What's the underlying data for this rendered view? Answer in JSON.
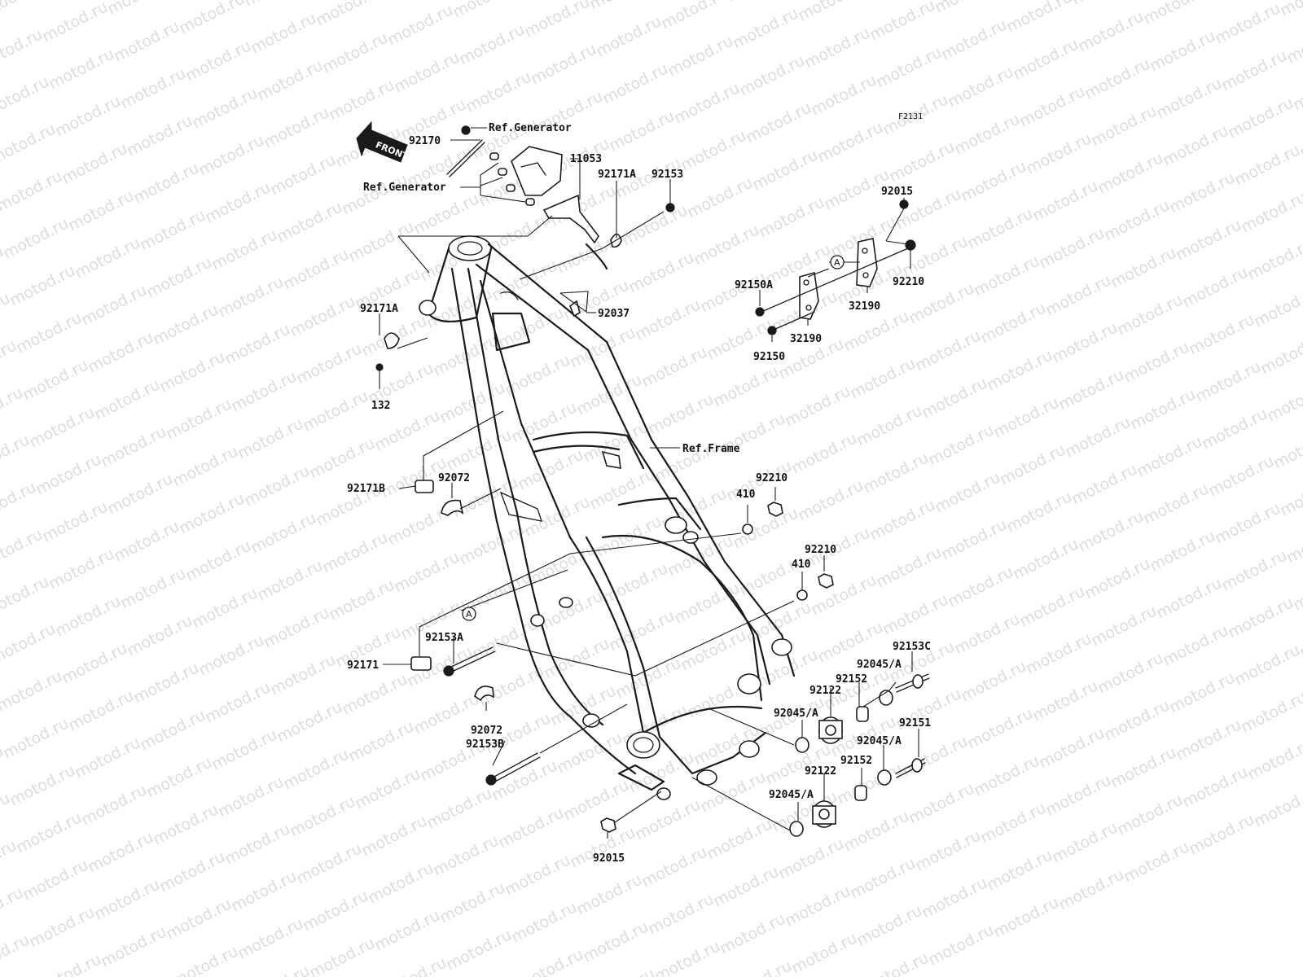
{
  "diagram_code": "F2131",
  "front_label": "FRONT",
  "watermark_text": "motod.ru",
  "ref_circle_letter": "A",
  "labels": {
    "p92170": "92170",
    "ref_generator_top": "Ref.Generator",
    "ref_generator_left": "Ref.Generator",
    "p11053": "11053",
    "p92171A_top": "92171A",
    "p92153": "92153",
    "p92171A_left": "92171A",
    "p132": "132",
    "p92037": "92037",
    "ref_frame": "Ref.Frame",
    "p92015_top": "92015",
    "p92150A": "92150A",
    "p92210_bracket": "92210",
    "p32190_right": "32190",
    "p32190_left": "32190",
    "p92150": "92150",
    "p92171B": "92171B",
    "p92072_top": "92072",
    "p92210_a": "92210",
    "p410_a": "410",
    "p92210_b": "92210",
    "p410_b": "410",
    "p92153A": "92153A",
    "p92171": "92171",
    "p92072_bottom": "92072",
    "p92153B": "92153B",
    "p92153C": "92153C",
    "p92045A_1": "92045/A",
    "p92152_1": "92152",
    "p92122_1": "92122",
    "p92045A_2": "92045/A",
    "p92151": "92151",
    "p92045A_3": "92045/A",
    "p92152_2": "92152",
    "p92122_2": "92122",
    "p92045A_4": "92045/A",
    "p92015_bottom": "92015"
  }
}
